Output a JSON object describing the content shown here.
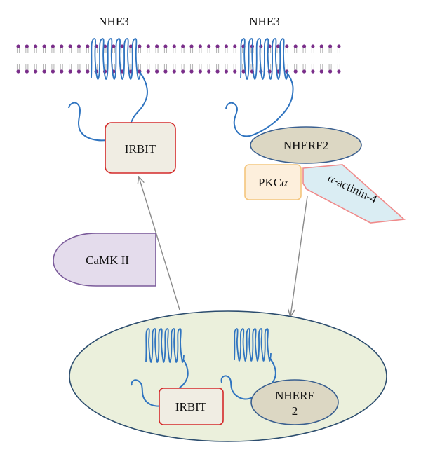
{
  "labels": {
    "nhe3_left": "NHE3",
    "nhe3_right": "NHE3",
    "irbit_top": "IRBIT",
    "nherf2_top": "NHERF2",
    "pkc_prefix": "PKC",
    "pkc_greek": "α",
    "actinin_greek": "α",
    "actinin_rest": "-actinin-4",
    "camk": "CaMK II",
    "irbit_bottom": "IRBIT",
    "nherf2_bottom_line1": "NHERF",
    "nherf2_bottom_line2": "2"
  },
  "colors": {
    "membrane_head": "#7a2e8a",
    "membrane_tail": "#b8b8b8",
    "protein_line": "#2f74c0",
    "irbit_fill": "#f0ede3",
    "irbit_border": "#d42a2a",
    "nherf2_fill": "#dcd7c3",
    "nherf2_border": "#3a5f8f",
    "pkc_fill": "#fdefdc",
    "pkc_border": "#f4c57c",
    "actinin_fill": "#daedf3",
    "actinin_border": "#f08a8a",
    "camk_fill": "#e4dcec",
    "camk_border": "#7a5a9a",
    "vesicle_fill": "#ebf0dc",
    "vesicle_border": "#2c4d6e",
    "arrow": "#8a8a8a"
  }
}
